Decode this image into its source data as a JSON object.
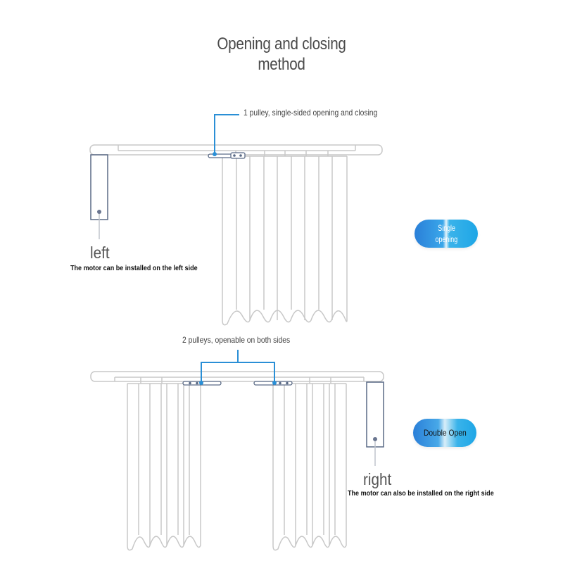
{
  "title_line1": "Opening and closing",
  "title_line2": "method",
  "top_diagram": {
    "callout": "1 pulley, single-sided opening and closing",
    "side_word": "left",
    "side_note": "The motor can be installed on the left side",
    "badge": {
      "line1": "Single",
      "line2": "opening"
    }
  },
  "bottom_diagram": {
    "callout": "2 pulleys, openable on both sides",
    "side_word": "right",
    "side_note": "The motor can also be installed on the right side",
    "badge": {
      "label": "Double Open"
    }
  },
  "colors": {
    "accent": "#2a8fd6",
    "outline": "#c8c8c8",
    "motor": "#5a6a86"
  }
}
